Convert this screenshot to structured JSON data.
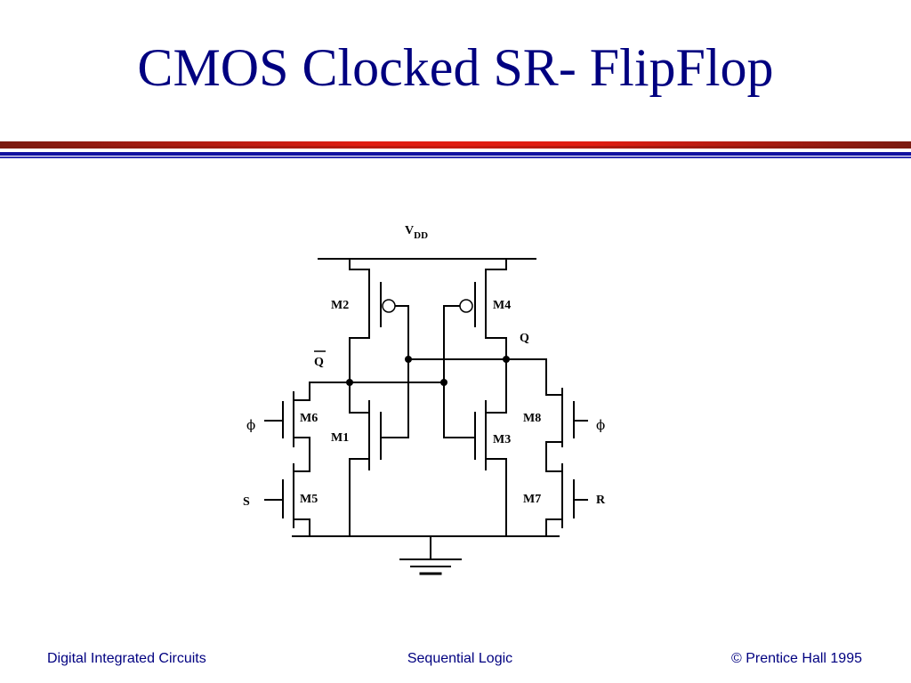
{
  "slide": {
    "title": "CMOS Clocked SR- FlipFlop"
  },
  "circuit": {
    "vdd_main": "V",
    "vdd_sub": "DD",
    "labels": {
      "m1": "M1",
      "m2": "M2",
      "m3": "M3",
      "m4": "M4",
      "m5": "M5",
      "m6": "M6",
      "m7": "M7",
      "m8": "M8",
      "q": "Q",
      "qbar": "Q",
      "phi_left": "ϕ",
      "phi_right": "ϕ",
      "s": "S",
      "r": "R"
    }
  },
  "footer": {
    "left": "Digital Integrated Circuits",
    "center": "Sequential Logic",
    "right": "© Prentice Hall 1995"
  },
  "colors": {
    "title": "#000080",
    "footer": "#000080",
    "rule_red": "#e11c12",
    "rule_blue": "#1010a0"
  }
}
